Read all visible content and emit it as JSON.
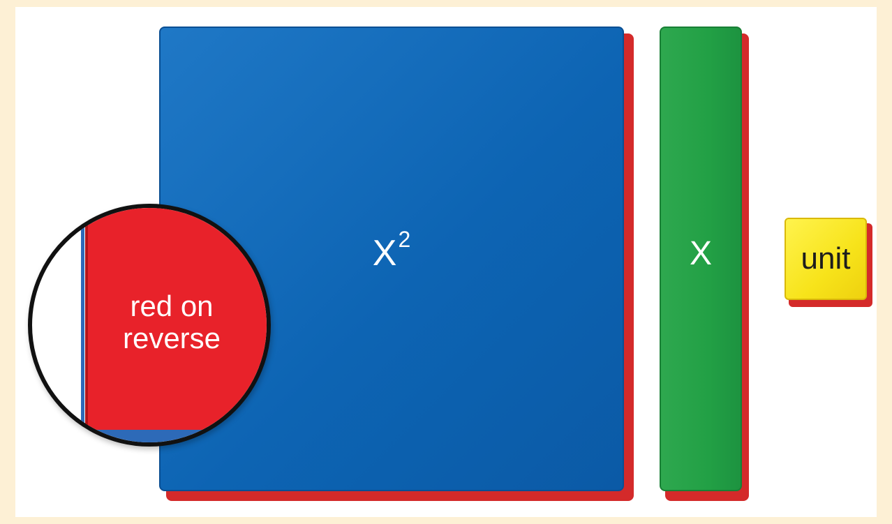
{
  "tiles": {
    "x_squared": {
      "base": "X",
      "exponent": "2",
      "color": "#0d64b3"
    },
    "x": {
      "label": "X",
      "color": "#22a045"
    },
    "unit": {
      "label": "unit",
      "color": "#f7e31a"
    },
    "back_color": "#d42a2a"
  },
  "magnifier": {
    "caption": "red on reverse",
    "color": "#e8222a"
  }
}
